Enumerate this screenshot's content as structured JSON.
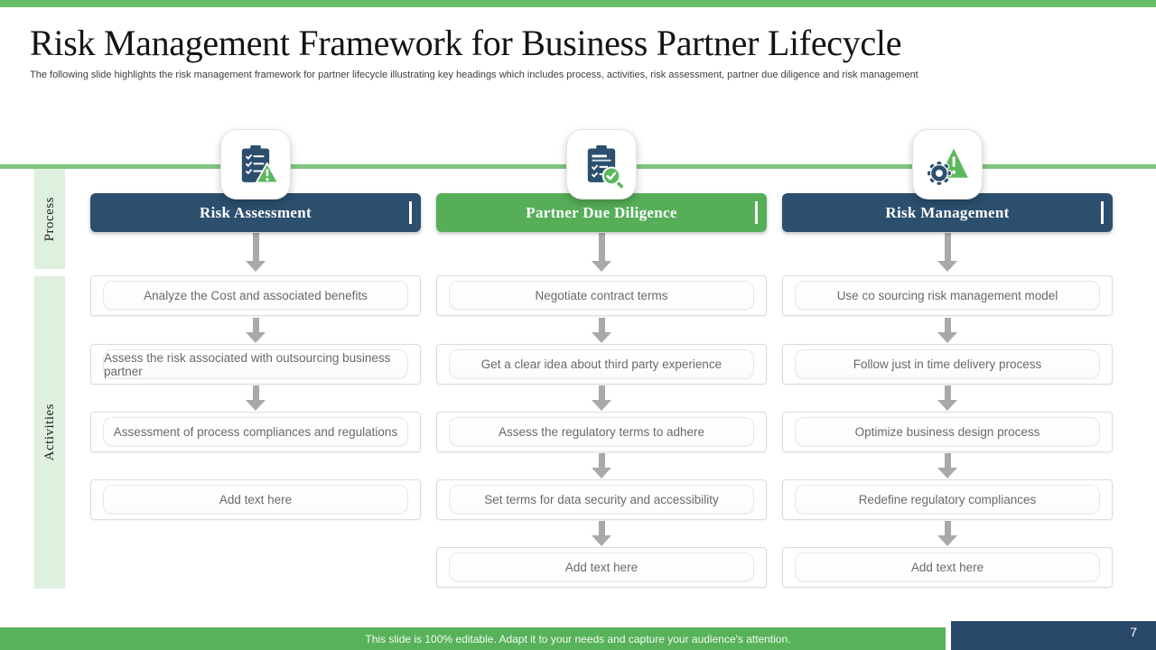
{
  "slide": {
    "title": "Risk Management Framework for Business Partner Lifecycle",
    "subtitle": "The following slide highlights the risk management  framework for partner lifecycle illustrating key headings which includes process, activities, risk assessment, partner due diligence and risk management",
    "footer_note": "This slide is 100% editable. Adapt it to your needs and capture your audience's attention.",
    "page_number": "7"
  },
  "side_labels": {
    "process": "Process",
    "activities": "Activities"
  },
  "colors": {
    "dark_blue": "#2C4F6E",
    "green": "#56AE59",
    "footer_green": "#57B25A",
    "footer_blue": "#29486A",
    "top_strip_green": "#67BD68",
    "green_line": "#7FC57F",
    "side_strip_green": "#DFF0DF",
    "arrow_gray": "#A9A9A9"
  },
  "columns": [
    {
      "header": "Risk Assessment",
      "header_color": "#2C4F6E",
      "icon": "clipboard-warning-icon",
      "items": [
        "Analyze the Cost and associated benefits",
        "Assess the risk associated with outsourcing business partner",
        "Assessment of process compliances and regulations",
        "Add text here"
      ]
    },
    {
      "header": "Partner Due Diligence",
      "header_color": "#56AE59",
      "icon": "clipboard-check-icon",
      "items": [
        "Negotiate contract terms",
        "Get a clear idea about third party experience",
        "Assess the regulatory terms to adhere",
        "Set terms for data security and accessibility",
        "Add text here"
      ]
    },
    {
      "header": "Risk Management",
      "header_color": "#2C4F6E",
      "icon": "gear-warning-icon",
      "items": [
        "Use co sourcing risk management model",
        "Follow just in time delivery process",
        "Optimize business design process",
        "Redefine regulatory compliances",
        "Add text here"
      ]
    }
  ]
}
